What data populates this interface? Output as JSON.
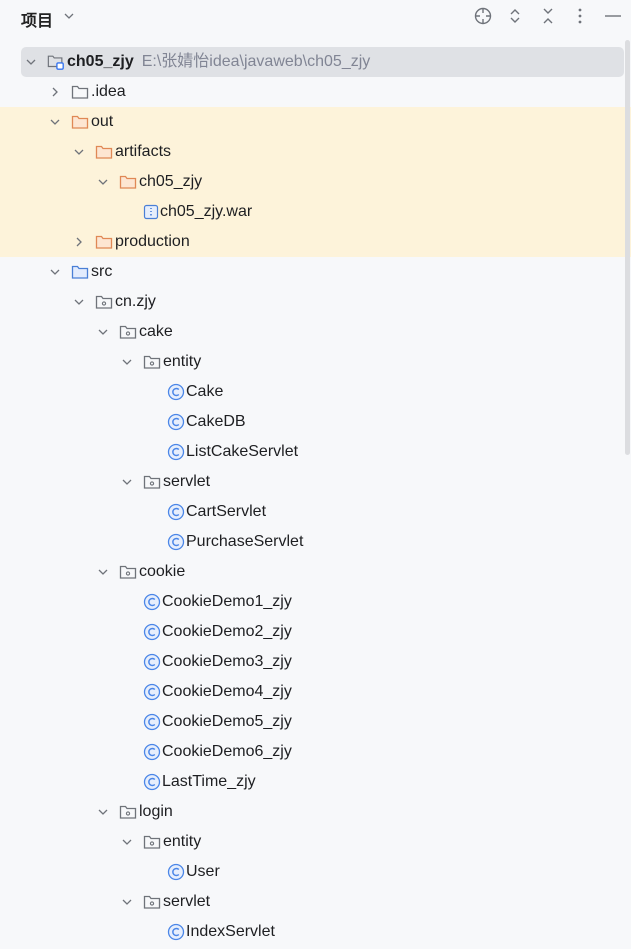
{
  "header": {
    "title": "项目",
    "icons": [
      "locate-icon",
      "expand-all-icon",
      "collapse-all-icon",
      "more-options-icon",
      "minimize-icon"
    ]
  },
  "colors": {
    "highlight": "#fdf3da",
    "selected": "#dfe1e5",
    "folder_orange": "#e8a16b",
    "class_blue": "#4a86e8"
  },
  "tree": {
    "rows": [
      {
        "label": "ch05_zjy",
        "path": "E:\\张婧怡idea\\javaweb\\ch05_zjy",
        "level": 0,
        "type": "module",
        "state": "open",
        "selected": true
      },
      {
        "label": ".idea",
        "level": 1,
        "type": "folder",
        "state": "closed"
      },
      {
        "label": "out",
        "level": 1,
        "type": "folder-orange",
        "state": "open",
        "hl": true
      },
      {
        "label": "artifacts",
        "level": 2,
        "type": "folder-orange",
        "state": "open",
        "hl": true
      },
      {
        "label": "ch05_zjy",
        "level": 3,
        "type": "folder-orange",
        "state": "open",
        "hl": true
      },
      {
        "label": "ch05_zjy.war",
        "level": 4,
        "type": "war",
        "hl": true
      },
      {
        "label": "production",
        "level": 2,
        "type": "folder-orange",
        "state": "closed",
        "hl": true
      },
      {
        "label": "src",
        "level": 1,
        "type": "folder-blue",
        "state": "open"
      },
      {
        "label": "cn.zjy",
        "level": 2,
        "type": "package",
        "state": "open"
      },
      {
        "label": "cake",
        "level": 3,
        "type": "package",
        "state": "open"
      },
      {
        "label": "entity",
        "level": 4,
        "type": "package",
        "state": "open"
      },
      {
        "label": "Cake",
        "level": 5,
        "type": "class"
      },
      {
        "label": "CakeDB",
        "level": 5,
        "type": "class"
      },
      {
        "label": "ListCakeServlet",
        "level": 5,
        "type": "class"
      },
      {
        "label": "servlet",
        "level": 4,
        "type": "package",
        "state": "open"
      },
      {
        "label": "CartServlet",
        "level": 5,
        "type": "class"
      },
      {
        "label": "PurchaseServlet",
        "level": 5,
        "type": "class"
      },
      {
        "label": "cookie",
        "level": 3,
        "type": "package",
        "state": "open"
      },
      {
        "label": "CookieDemo1_zjy",
        "level": 4,
        "type": "class"
      },
      {
        "label": "CookieDemo2_zjy",
        "level": 4,
        "type": "class"
      },
      {
        "label": "CookieDemo3_zjy",
        "level": 4,
        "type": "class"
      },
      {
        "label": "CookieDemo4_zjy",
        "level": 4,
        "type": "class"
      },
      {
        "label": "CookieDemo5_zjy",
        "level": 4,
        "type": "class"
      },
      {
        "label": "CookieDemo6_zjy",
        "level": 4,
        "type": "class"
      },
      {
        "label": "LastTime_zjy",
        "level": 4,
        "type": "class"
      },
      {
        "label": "login",
        "level": 3,
        "type": "package",
        "state": "open"
      },
      {
        "label": "entity",
        "level": 4,
        "type": "package",
        "state": "open"
      },
      {
        "label": "User",
        "level": 5,
        "type": "class"
      },
      {
        "label": "servlet",
        "level": 4,
        "type": "package",
        "state": "open"
      },
      {
        "label": "IndexServlet",
        "level": 5,
        "type": "class"
      }
    ]
  }
}
